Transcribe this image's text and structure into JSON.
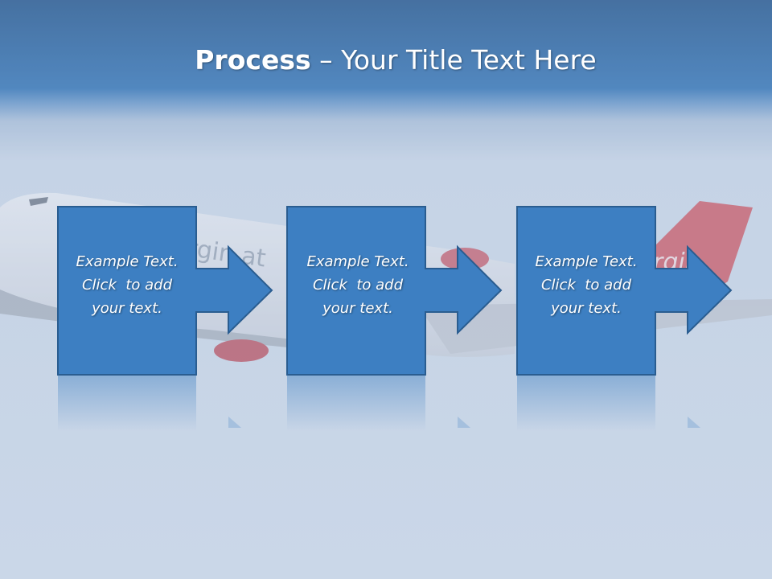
{
  "slide": {
    "title_bold": "Process",
    "title_rest": " – Your Title Text Here",
    "background_image": "airplane-in-sky",
    "plane_livery_text": [
      "rgin at",
      "rgin"
    ],
    "accent_color": "#3d7fc2",
    "steps": [
      {
        "line1": "Example Text.",
        "line2": "Click  to add",
        "line3": "your text."
      },
      {
        "line1": "Example Text.",
        "line2": "Click  to add",
        "line3": "your text."
      },
      {
        "line1": "Example Text.",
        "line2": "Click  to add",
        "line3": "your text."
      }
    ]
  }
}
